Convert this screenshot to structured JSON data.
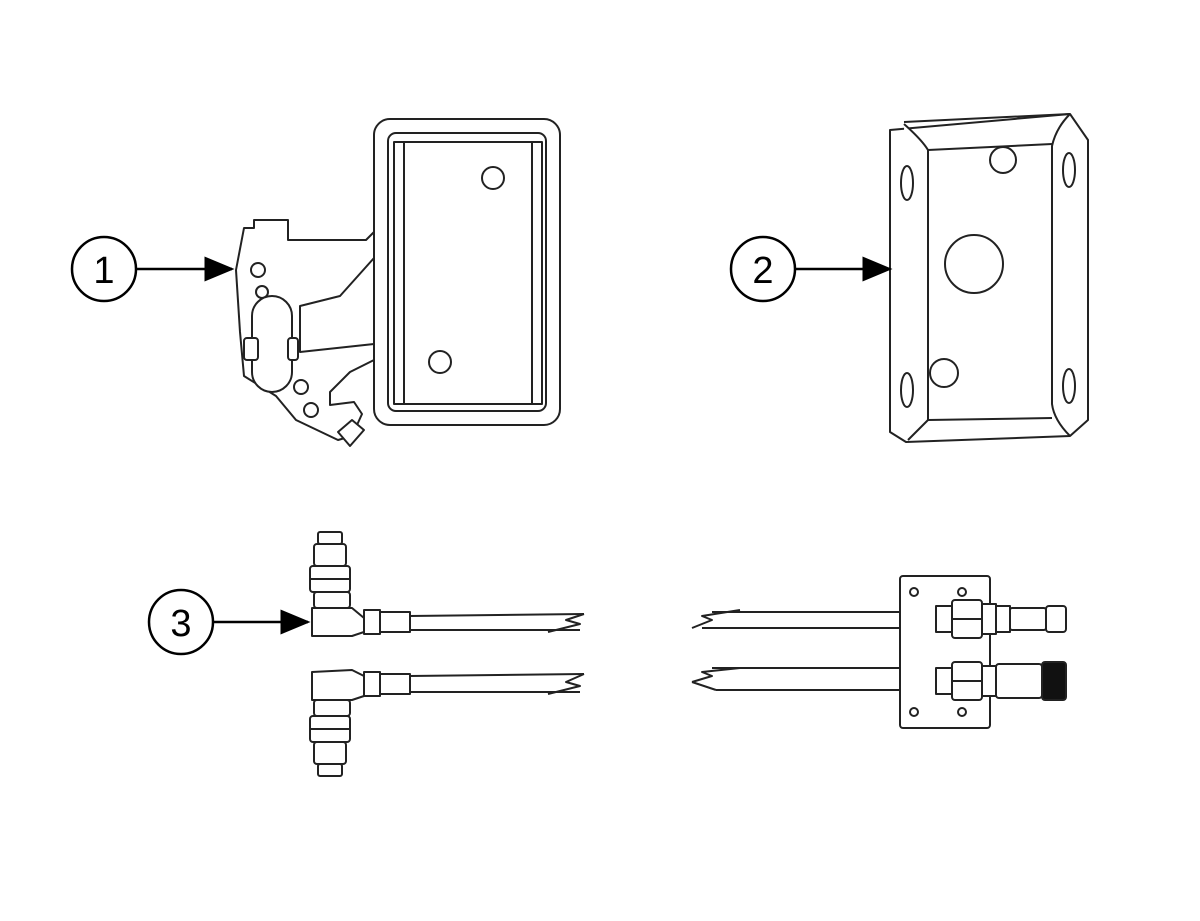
{
  "callouts": [
    {
      "label": "1"
    },
    {
      "label": "2"
    },
    {
      "label": "3"
    }
  ],
  "colors": {
    "line": "#222222",
    "fill": "#ffffff",
    "dark": "#111111"
  },
  "parts": {
    "part1": "latch-assembly",
    "part2": "mounting-bracket",
    "part3": "hydraulic-hose-kit"
  }
}
